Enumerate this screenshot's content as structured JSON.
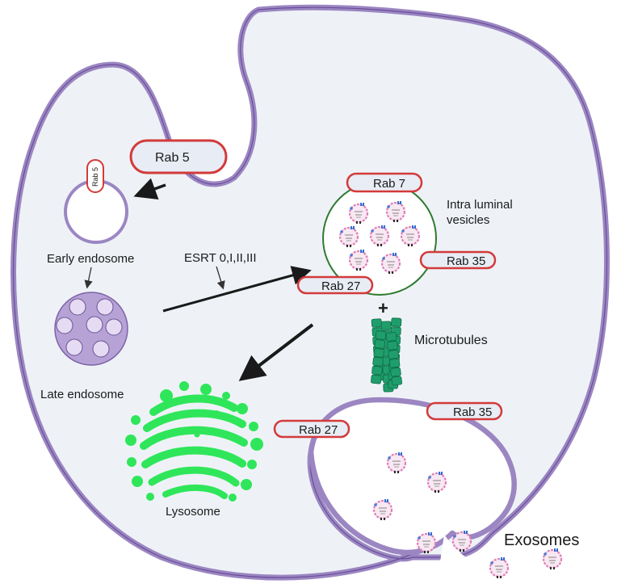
{
  "labels": {
    "rab5_main": "Rab 5",
    "rab5_small": "Rab 5",
    "early_endosome": "Early endosome",
    "esrt": "ESRT 0,I,II,III",
    "late_endosome": "Late endosome",
    "rab7": "Rab 7",
    "intra_luminal_1": "Intra luminal",
    "intra_luminal_2": "vesicles",
    "rab35_top": "Rab 35",
    "rab27_top": "Rab 27",
    "plus": "+",
    "microtubules": "Microtubules",
    "lysosome": "Lysosome",
    "rab35_bottom": "Rab 35",
    "rab27_bottom": "Rab 27",
    "exosomes": "Exosomes"
  },
  "colors": {
    "cell_fill": "#eef2f7",
    "membrane": "#9b86c2",
    "rab_border": "#d33a3a",
    "rab_fill": "#e8ecf5",
    "mvb_border": "#2f7a2f",
    "late_endosome": "#b7a2d6",
    "lysosome": "#2fe65a",
    "microtubule": "#1f9e6c",
    "vesicle": "#e07fb8"
  }
}
